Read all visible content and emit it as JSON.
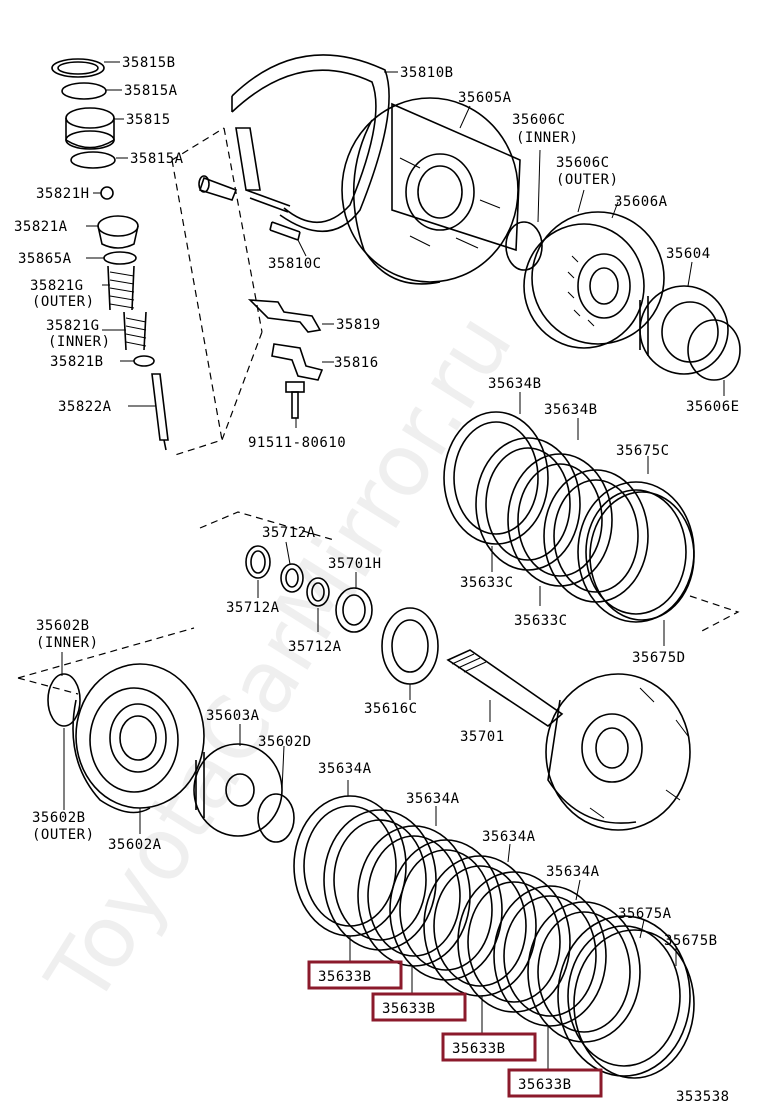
{
  "watermark": "ToyotaCarMirror.ru",
  "figure_number": "353538",
  "highlight_color": "#8b1a2b",
  "callouts": {
    "c35815B": "35815B",
    "c35815A_top": "35815A",
    "c35815": "35815",
    "c35815A_bot": "35815A",
    "c35821H": "35821H",
    "c35821A": "35821A",
    "c35865A": "35865A",
    "c35821G_outer": "35821G",
    "c35821G_outer_note": "(OUTER)",
    "c35821G_inner": "35821G",
    "c35821G_inner_note": "(INNER)",
    "c35821B": "35821B",
    "c35822A": "35822A",
    "c35810B": "35810B",
    "c35810C": "35810C",
    "c35819": "35819",
    "c35816": "35816",
    "c91511": "91511-80610",
    "c35605A": "35605A",
    "c35606C_inner": "35606C",
    "c35606C_inner_note": "(INNER)",
    "c35606C_outer": "35606C",
    "c35606C_outer_note": "(OUTER)",
    "c35606A": "35606A",
    "c35604": "35604",
    "c35606E": "35606E",
    "c35634B_1": "35634B",
    "c35634B_2": "35634B",
    "c35675C": "35675C",
    "c35633C_1": "35633C",
    "c35633C_2": "35633C",
    "c35675D": "35675D",
    "c35712A_1": "35712A",
    "c35712A_2": "35712A",
    "c35712A_3": "35712A",
    "c35701H": "35701H",
    "c35616C": "35616C",
    "c35701": "35701",
    "c35602B_inner": "35602B",
    "c35602B_inner_note": "(INNER)",
    "c35602B_outer": "35602B",
    "c35602B_outer_note": "(OUTER)",
    "c35602A": "35602A",
    "c35603A": "35603A",
    "c35602D": "35602D",
    "c35634A_1": "35634A",
    "c35634A_2": "35634A",
    "c35634A_3": "35634A",
    "c35634A_4": "35634A",
    "c35675A": "35675A",
    "c35675B": "35675B",
    "c35633B_1": "35633B",
    "c35633B_2": "35633B",
    "c35633B_3": "35633B",
    "c35633B_4": "35633B"
  }
}
